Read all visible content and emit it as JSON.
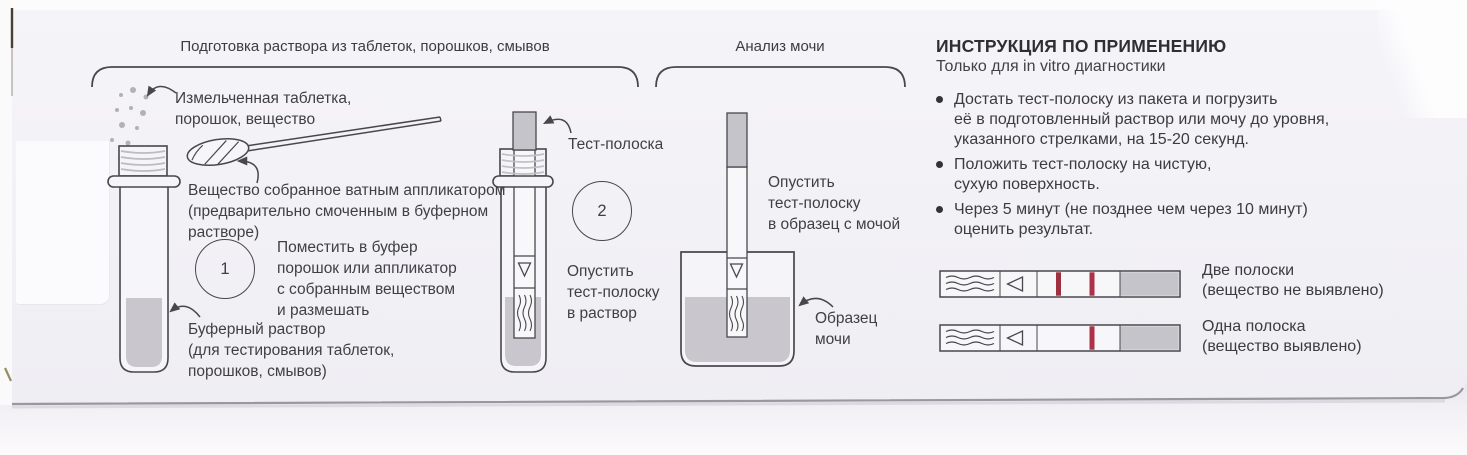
{
  "sections": {
    "prep": {
      "title": "Подготовка раствора из таблеток, порошков, смывов",
      "step1": "1",
      "step2": "2",
      "labels": {
        "crushed": "Измельченная таблетка,\nпорошок, вещество",
        "swab": "Вещество собранное ватным аппликатором\n(предварительно смоченным в буферном\nрастворе)",
        "place": "Поместить в буфер\nпорошок или аппликатор\nс собранным веществом\nи размешать",
        "buffer": "Буферный раствор\n(для тестирования таблеток,\nпорошков, смывов)",
        "strip": "Тест-полоска",
        "dip": "Опустить\nтест-полоску\nв раствор"
      }
    },
    "urine": {
      "title": "Анализ мочи",
      "labels": {
        "dip": "Опустить\nтест-полоску\nв образец с мочой",
        "sample": "Образец\nмочи"
      }
    },
    "instructions": {
      "title": "ИНСТРУКЦИЯ ПО ПРИМЕНЕНИЮ",
      "subtitle": "Только для in vitro диагностики",
      "bullets": [
        "Достать тест-полоску из пакета и погрузить\nеё в подготовленный раствор или мочу до уровня,\nуказанного стрелками, на 15-20 секунд.",
        "Положить тест-полоску на чистую,\nсухую поверхность.",
        "Через 5 минут (не позднее чем через 10 минут)\nоценить результат."
      ],
      "results": [
        {
          "label": "Две полоски",
          "note": "(вещество не выявлено)"
        },
        {
          "label": "Одна полоска",
          "note": "(вещество выявлено)"
        }
      ]
    }
  },
  "colors": {
    "box_face": "#f2f1f6",
    "line": "#48484c",
    "gray_fill": "#c6c4cb",
    "liquid": "#c9c7cd",
    "result_red": "#a73042"
  }
}
